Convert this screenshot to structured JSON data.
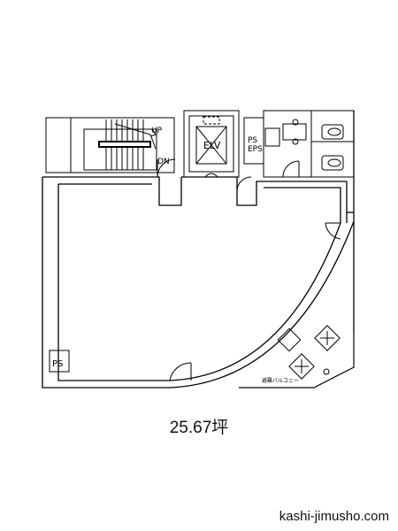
{
  "plan": {
    "labels": {
      "stairs_up": "UP",
      "stairs_down": "DN",
      "elevator": "ELV",
      "ps_eps_1": "PS",
      "ps_eps_2": "EPS",
      "ps_corner": "PS",
      "balcony": "避難バルコニー"
    },
    "icons": [
      "stairs-icon",
      "elevator-icon",
      "toilet-icon",
      "door-swing-icon",
      "skylight-icon"
    ]
  },
  "area_label": "25.67坪",
  "site_label": "kashi-jimusho.com"
}
